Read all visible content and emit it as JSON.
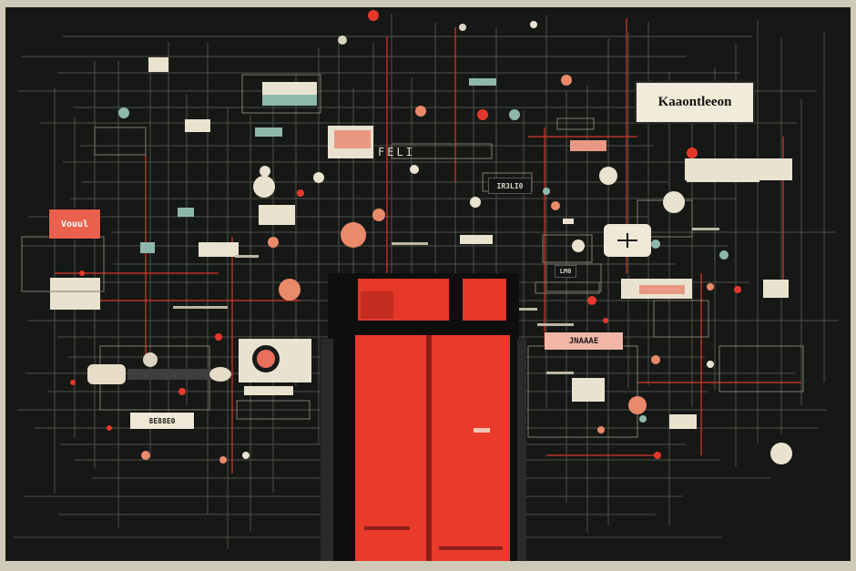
{
  "colors": {
    "background": "#161816",
    "grid": "#5c5c56",
    "red": "#e8392b",
    "cream": "#efe8d6",
    "teal": "#8fb8ac",
    "salmon": "#e98a6a",
    "frame": "#cfc9b8"
  },
  "labels": {
    "top_right_title": "Kaaontleeon",
    "left_sign": "Vouul",
    "upper_center_text": "FELI",
    "small_dark_label": "IR3LI0",
    "center_right_sign": "JNAAAE",
    "lower_left_tag": "8E88E0",
    "lower_right_tag": "LM0"
  },
  "icons": [
    "circle-button-icon",
    "target-dial-icon",
    "pin-icon",
    "node-dot-icon"
  ]
}
